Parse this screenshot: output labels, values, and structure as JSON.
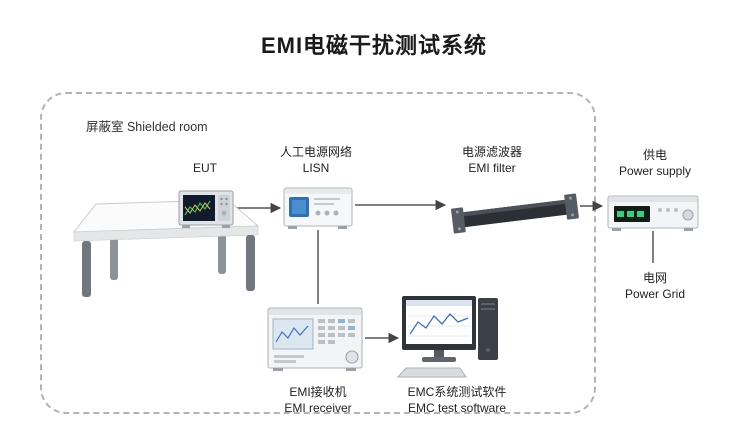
{
  "title": "EMI电磁干扰测试系统",
  "room": {
    "label": "屏蔽室 Shielded room"
  },
  "nodes": {
    "eut": {
      "label": "EUT"
    },
    "lisn": {
      "cn": "人工电源网络",
      "en": "LISN"
    },
    "emi_filter": {
      "cn": "电源滤波器",
      "en": "EMI filter"
    },
    "power_supply": {
      "cn": "供电",
      "en": "Power supply"
    },
    "power_grid": {
      "cn": "电网",
      "en": "Power Grid"
    },
    "emi_receiver": {
      "cn": "EMI接收机",
      "en": "EMI receiver"
    },
    "emc_software": {
      "cn": "EMC系统测试软件",
      "en": "EMC test software"
    }
  },
  "connections": [
    {
      "from": "eut",
      "to": "lisn",
      "arrow": true
    },
    {
      "from": "lisn",
      "to": "emi_filter",
      "arrow": true
    },
    {
      "from": "emi_filter",
      "to": "power_supply",
      "arrow": true
    },
    {
      "from": "lisn",
      "to": "emi_receiver",
      "arrow": false
    },
    {
      "from": "emi_receiver",
      "to": "emc_software",
      "arrow": true
    },
    {
      "from": "power_supply",
      "to": "power_grid",
      "arrow": false
    }
  ],
  "colors": {
    "line": "#555555",
    "room_border": "#b3b3b3",
    "title": "#1a1a1a",
    "label": "#222222",
    "lisn_panel_blue": "#2f6fb5",
    "display_green": "#35d07f",
    "chart_blue": "#3a6fd8"
  }
}
